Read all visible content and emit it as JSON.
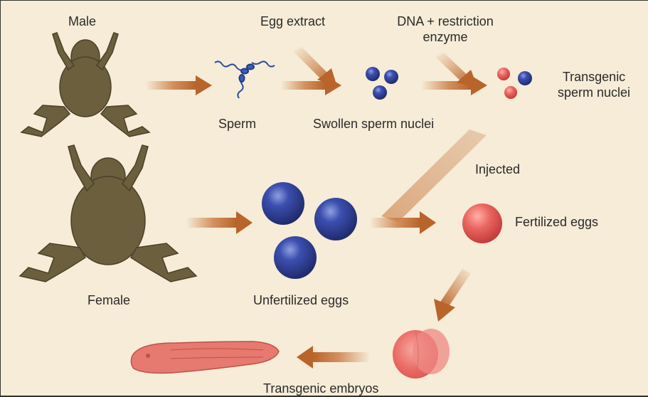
{
  "labels": {
    "male": "Male",
    "female": "Female",
    "egg_extract": "Egg extract",
    "dna_restriction_line1": "DNA + restriction",
    "dna_restriction_line2": "enzyme",
    "sperm": "Sperm",
    "swollen_sperm_nuclei": "Swollen sperm nuclei",
    "transgenic_sperm_nuclei_line1": "Transgenic",
    "transgenic_sperm_nuclei_line2": "sperm nuclei",
    "injected": "Injected",
    "fertilized_eggs": "Fertilized eggs",
    "unfertilized_eggs": "Unfertilized eggs",
    "transgenic_embryos": "Transgenic embryos"
  },
  "colors": {
    "background": "#f6ecd7",
    "frog": "#6b5f3e",
    "arrow": "#c9783f",
    "egg_blue": "#2f3e8f",
    "egg_red": "#e05a5a",
    "embryo": "#e77a70"
  },
  "icons": [
    "frog-male-illustration",
    "frog-female-illustration",
    "sperm-icon",
    "egg-icon",
    "embryo-illustration"
  ]
}
